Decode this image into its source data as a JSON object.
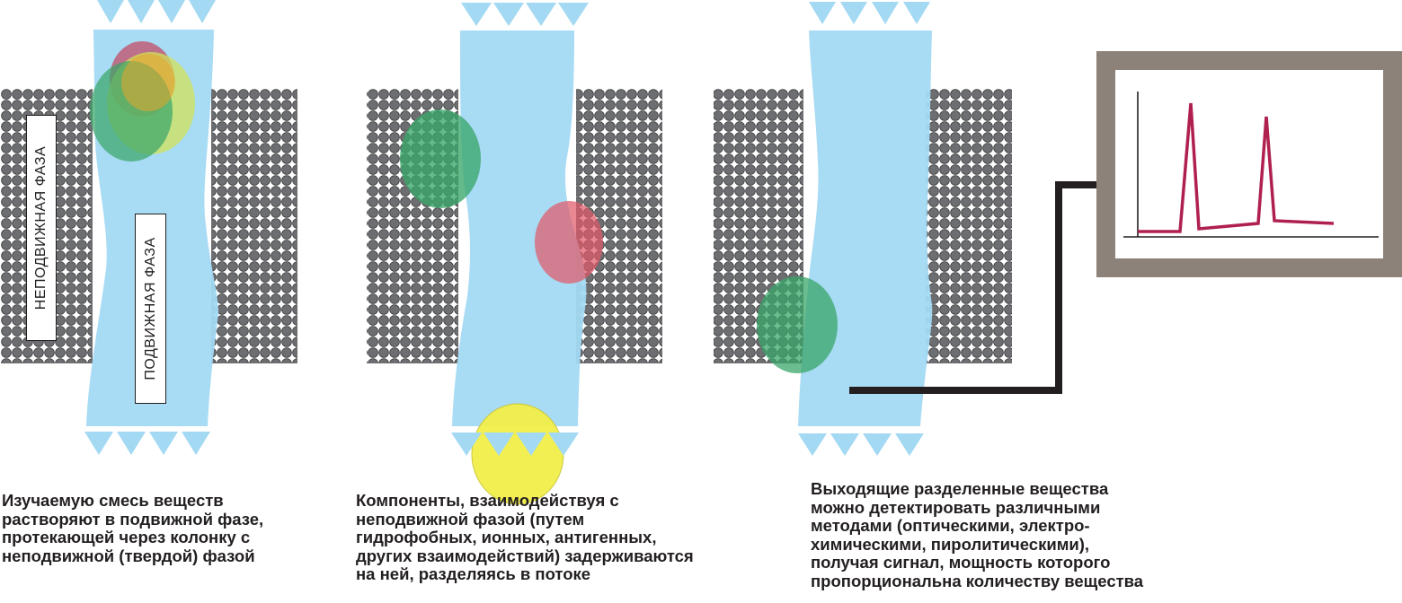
{
  "labels": {
    "stationary_phase": "НЕПОДВИЖНАЯ ФАЗА",
    "mobile_phase": "ПОДВИЖНАЯ ФАЗА"
  },
  "captions": {
    "panel1": "Изучаемую смесь веществ\nрастворяют в подвижной фазе,\nпротекающей через колонку с\nнеподвижной (твердой) фазой",
    "panel2": "Компоненты, взаимодействуя с\nнеподвижной фазой (путем\nгидрофобных, ионных, антигенных,\nдругих взаимодействий) задерживаются\nна ней, разделяясь в потоке",
    "panel3": "Выходящие разделенные вещества\nможно детектировать различными\nметодами (оптическими, электро-\nхимическими, пиролитическими),\nполучая сигнал, мощность которого\nпропорциональна количеству вещества"
  },
  "colors": {
    "mobile_phase": "#a3d9f3",
    "stationary_beads": "#6d6e71",
    "detector_frame": "#8c8279",
    "signal_line": "#b0204e",
    "wire": "#231f20",
    "component_green": "#3aa66a",
    "component_red": "#c2526a",
    "component_yellow": "#f2ef4a",
    "component_orange": "#e6a52c",
    "component_lime": "#d2e35a"
  },
  "icons": {
    "flow_arrows": "down-triangle-icon",
    "detector": "monitor-icon"
  }
}
